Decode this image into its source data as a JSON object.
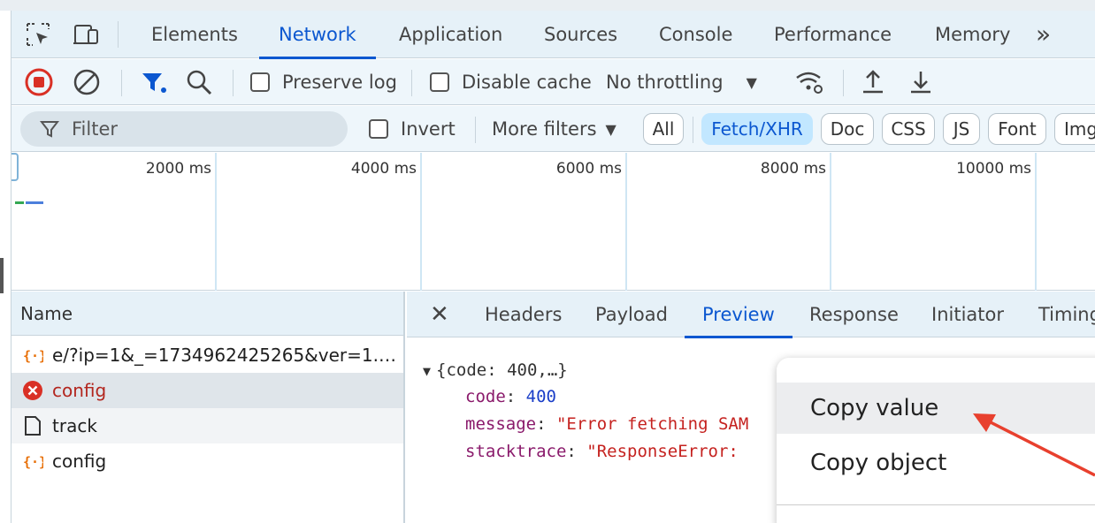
{
  "tabs": {
    "inspect_icon": "inspect-element-icon",
    "device_icon": "device-toolbar-icon",
    "items": [
      {
        "label": "Elements"
      },
      {
        "label": "Network",
        "active": true
      },
      {
        "label": "Application"
      },
      {
        "label": "Sources"
      },
      {
        "label": "Console"
      },
      {
        "label": "Performance"
      },
      {
        "label": "Memory"
      }
    ],
    "more": "»"
  },
  "toolbar": {
    "preserve_log": "Preserve log",
    "disable_cache": "Disable cache",
    "throttling": "No throttling"
  },
  "filter": {
    "placeholder": "Filter",
    "invert": "Invert",
    "more_filters": "More filters",
    "types": [
      "All",
      "Fetch/XHR",
      "Doc",
      "CSS",
      "JS",
      "Font",
      "Img"
    ],
    "active_type": "Fetch/XHR"
  },
  "timeline": {
    "ticks": [
      "2000 ms",
      "4000 ms",
      "6000 ms",
      "8000 ms",
      "10000 ms"
    ]
  },
  "requests": {
    "header": "Name",
    "rows": [
      {
        "name": "e/?ip=1&_=1734962425265&ver=1.…",
        "icon": "json-icon"
      },
      {
        "name": "config",
        "icon": "error-icon",
        "status": "error"
      },
      {
        "name": "track",
        "icon": "document-icon"
      },
      {
        "name": "config",
        "icon": "json-icon"
      }
    ]
  },
  "details": {
    "tabs": [
      "Headers",
      "Payload",
      "Preview",
      "Response",
      "Initiator",
      "Timing"
    ],
    "active_tab": "Preview",
    "preview": {
      "summary": "{code: 400,…}",
      "code_key": "code",
      "code_value": "400",
      "message_key": "message",
      "message_value": "\"Error fetching SAM",
      "stacktrace_key": "stacktrace",
      "stacktrace_value": "\"ResponseError: "
    }
  },
  "context_menu": {
    "items": [
      "Copy value",
      "Copy object"
    ],
    "highlighted": "Copy value"
  },
  "colors": {
    "accent": "#0b57d0",
    "record_red": "#d93025",
    "annotation_arrow": "#e8402e"
  }
}
